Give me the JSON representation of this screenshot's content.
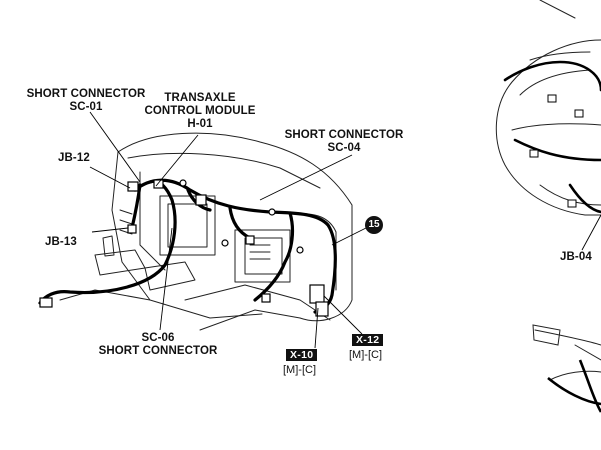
{
  "labels": {
    "short_connector_sc01": [
      "SHORT CONNECTOR",
      "SC-01"
    ],
    "transaxle_control_module": [
      "TRANSAXLE",
      "CONTROL MODULE",
      "H-01"
    ],
    "short_connector_sc04": [
      "SHORT CONNECTOR",
      "SC-04"
    ],
    "jb12": "JB-12",
    "jb13": "JB-13",
    "jb04": "JB-04",
    "short_connector_sc06": [
      "SC-06",
      "SHORT CONNECTOR"
    ]
  },
  "badge": "15",
  "connectors": [
    {
      "tag": "X-10",
      "sub": "[M]-[C]"
    },
    {
      "tag": "X-12",
      "sub": "[M]-[C]"
    }
  ]
}
